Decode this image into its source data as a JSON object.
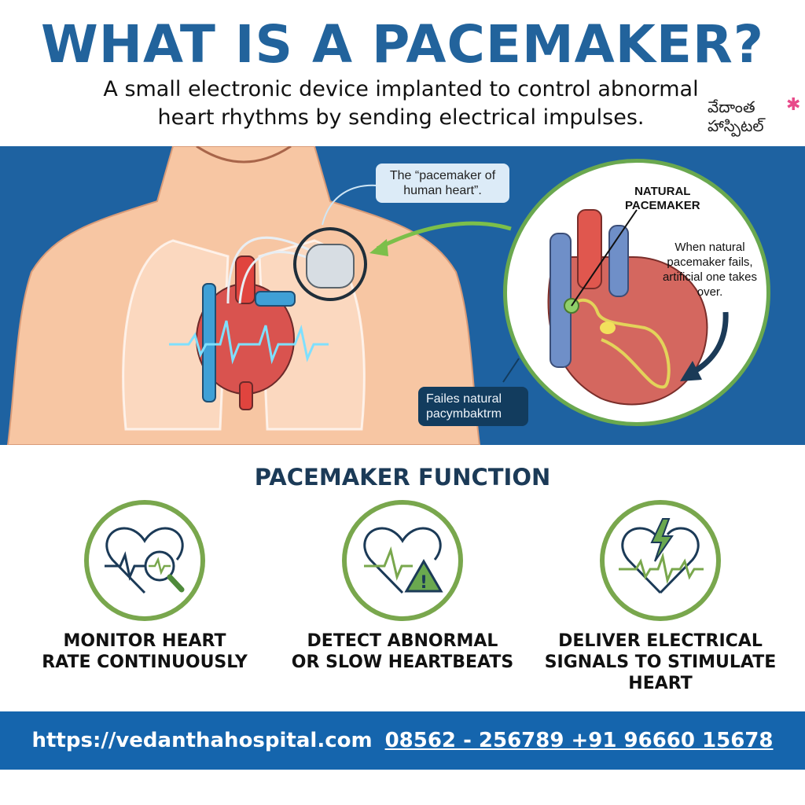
{
  "header": {
    "title": "WHAT IS A PACEMAKER?",
    "subtitle_line1": "A small electronic device implanted to control abnormal",
    "subtitle_line2": "heart rhythms by sending electrical impulses."
  },
  "logo": {
    "line1": "వేదాంత",
    "line2": "హాస్పిటల్",
    "icon": "asterisk-flower-icon",
    "star": "✱"
  },
  "illustration": {
    "callout_top": "The “pacemaker of human heart”.",
    "callout_bottom": "Failes natural pacymbaktrm",
    "natural_pacemaker_label_1": "NATURAL",
    "natural_pacemaker_label_2": "PACEMAKER",
    "note": "When natural pacemaker fails, artificial one takes over."
  },
  "functions": {
    "title": "PACEMAKER FUNCTION",
    "items": [
      {
        "icon": "heart-magnifier-icon",
        "line1": "MONITOR HEART",
        "line2": "RATE CONTINUOUSLY",
        "line3": ""
      },
      {
        "icon": "heart-warning-icon",
        "line1": "DETECT ABNORMAL",
        "line2": "OR SLOW HEARTBEATS",
        "line3": ""
      },
      {
        "icon": "heart-lightning-icon",
        "line1": "DELIVER ELECTRICAL",
        "line2": "SIGNALS TO STIMULATE",
        "line3": "HEART"
      }
    ]
  },
  "footer": {
    "website": "https://vedanthahospital.com",
    "phones": "08562 - 256789 +91 96660 15678"
  },
  "colors": {
    "title_blue": "#22639c",
    "hero_blue": "#1e62a1",
    "accent_green": "#79a74d",
    "footer_blue": "#1565ad",
    "dark_navy": "#1b3a57"
  }
}
